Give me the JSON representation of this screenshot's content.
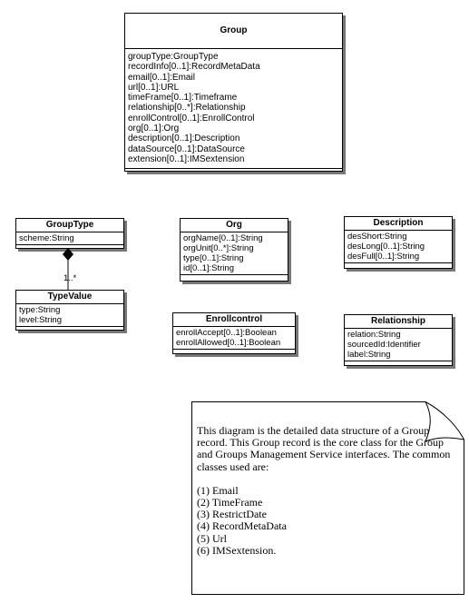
{
  "classes": {
    "group": {
      "name": "Group",
      "attributes": [
        "groupType:GroupType",
        "recordInfo[0..1]:RecordMetaData",
        "email[0..1]:Email",
        "url[0..1]:URL",
        "timeFrame[0..1]:Timeframe",
        "relationship[0..*]:Relationship",
        "enrollControl[0..1]:EnrollControl",
        "org[0..1]:Org",
        "description[0..1]:Description",
        "dataSource[0..1]:DataSource",
        "extension[0..1]:IMSextension"
      ]
    },
    "grouptype": {
      "name": "GroupType",
      "attributes": [
        "scheme:String"
      ]
    },
    "typevalue": {
      "name": "TypeValue",
      "attributes": [
        "type:String",
        "level:String"
      ]
    },
    "org": {
      "name": "Org",
      "attributes": [
        "orgName[0..1]:String",
        "orgUnit[0..*]:String",
        "type[0..1]:String",
        "id[0..1]:String"
      ]
    },
    "enrollcontrol": {
      "name": "Enrollcontrol",
      "attributes": [
        "enrollAccept[0..1]:Boolean",
        "enrollAllowed[0..1]:Boolean"
      ]
    },
    "description": {
      "name": "Description",
      "attributes": [
        "desShort:String",
        "desLong[0..1]:String",
        "desFull[0..1]:String"
      ]
    },
    "relationship": {
      "name": "Relationship",
      "attributes": [
        "relation:String",
        "sourcedId:Identifier",
        "label:String"
      ]
    }
  },
  "composition": {
    "multiplicity": "1..*"
  },
  "note": {
    "paragraph": "This diagram is the detailed data structure of a Group record.  This Group record is the core class for the Group and Groups Management Service interfaces.  The common classes used are:",
    "items": [
      "(1) Email",
      "(2) TimeFrame",
      "(3) RestrictDate",
      "(4) RecordMetaData",
      "(5) Url",
      "(6) IMSextension."
    ]
  }
}
